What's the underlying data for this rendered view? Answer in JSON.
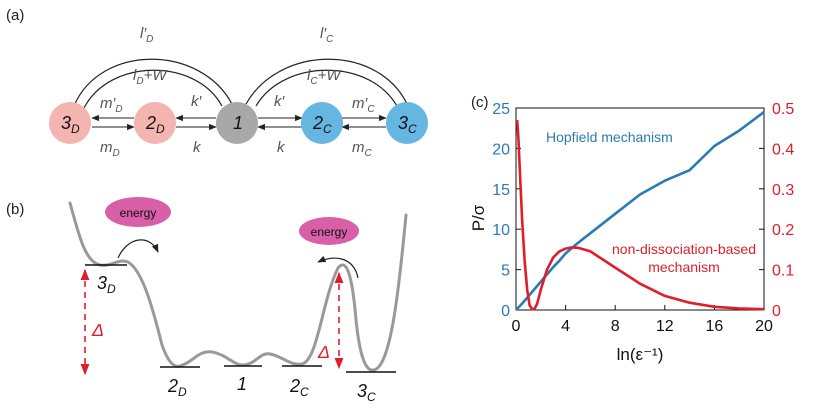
{
  "panels": {
    "a": "(a)",
    "b": "(b)",
    "c": "(c)"
  },
  "network": {
    "nodes": [
      {
        "main": "3",
        "sub": "D",
        "color": "#f4b4b0"
      },
      {
        "main": "2",
        "sub": "D",
        "color": "#f4b4b0"
      },
      {
        "main": "1",
        "sub": "",
        "color": "#a8a8a8"
      },
      {
        "main": "2",
        "sub": "C",
        "color": "#66b6e2"
      },
      {
        "main": "3",
        "sub": "C",
        "color": "#66b6e2"
      }
    ],
    "rates": {
      "lD_prime": {
        "main": "l′",
        "sub": "D"
      },
      "lD_W": {
        "main": "l",
        "sub": "D",
        "suffix": "+W"
      },
      "lC_prime": {
        "main": "l′",
        "sub": "C"
      },
      "lC_W": {
        "main": "l",
        "sub": "C",
        "suffix": "+W"
      },
      "mD_prime": {
        "main": "m′",
        "sub": "D"
      },
      "mD": {
        "main": "m",
        "sub": "D"
      },
      "k_prime_left": {
        "main": "k′",
        "sub": ""
      },
      "k_left": {
        "main": "k",
        "sub": ""
      },
      "k_prime_right": {
        "main": "k′",
        "sub": ""
      },
      "k_right": {
        "main": "k",
        "sub": ""
      },
      "mC_prime": {
        "main": "m′",
        "sub": "C"
      },
      "mC": {
        "main": "m",
        "sub": "C"
      }
    }
  },
  "landscape": {
    "energy_label_left": "energy",
    "energy_label_right": "energy",
    "gap_label_left": "Δ",
    "gap_label_right": "Δ",
    "levels": [
      {
        "main": "3",
        "sub": "D"
      },
      {
        "main": "2",
        "sub": "D"
      },
      {
        "main": "1",
        "sub": ""
      },
      {
        "main": "2",
        "sub": "C"
      },
      {
        "main": "3",
        "sub": "C"
      }
    ],
    "colors": {
      "curve": "#999999",
      "energy": "#d85fa8",
      "gap": "#e01e2a"
    }
  },
  "chart_data": {
    "type": "line",
    "xlabel": "ln(ε⁻¹)",
    "ylabel": "P/σ",
    "xlim": [
      0,
      20
    ],
    "ylim_left": [
      0,
      25
    ],
    "ylim_right": [
      0,
      0.5
    ],
    "xticks": [
      0,
      4,
      8,
      12,
      16,
      20
    ],
    "yticks_left": [
      0,
      5,
      10,
      15,
      20,
      25
    ],
    "yticks_right": [
      0,
      0.1,
      0.2,
      0.3,
      0.4,
      0.5
    ],
    "series": [
      {
        "name": "Hopfield mechanism",
        "axis": "left",
        "color": "#2a7ab6",
        "x": [
          0,
          0.5,
          1,
          1.5,
          2,
          2.5,
          3,
          3.5,
          4,
          5,
          6,
          8,
          10,
          12,
          14,
          16,
          18,
          20
        ],
        "y": [
          0,
          0.8,
          1.7,
          2.6,
          3.5,
          4.4,
          5.3,
          6.1,
          7.0,
          8.3,
          9.5,
          11.9,
          14.3,
          16.0,
          17.3,
          20.3,
          22.2,
          24.5
        ]
      },
      {
        "name": "non-dissociation-based mechanism",
        "axis": "right",
        "color": "#e01e2a",
        "x": [
          0.1,
          0.2,
          0.35,
          0.5,
          0.7,
          0.9,
          1.1,
          1.3,
          1.5,
          1.7,
          2.0,
          2.5,
          3.0,
          3.5,
          4.0,
          4.5,
          5.0,
          6.0,
          7.0,
          8.0,
          10.0,
          12.0,
          14.0,
          16.0,
          18.0,
          20.0
        ],
        "y": [
          0.47,
          0.42,
          0.32,
          0.22,
          0.12,
          0.05,
          0.012,
          0.002,
          0.003,
          0.015,
          0.05,
          0.1,
          0.13,
          0.145,
          0.152,
          0.155,
          0.154,
          0.145,
          0.125,
          0.105,
          0.065,
          0.035,
          0.018,
          0.008,
          0.004,
          0.002
        ]
      }
    ],
    "annotations": [
      {
        "text": "Hopfield mechanism",
        "series": "Hopfield mechanism"
      },
      {
        "text": "non-dissociation-based",
        "series": "non-dissociation-based mechanism"
      },
      {
        "text": "mechanism",
        "series": "non-dissociation-based mechanism"
      }
    ]
  }
}
